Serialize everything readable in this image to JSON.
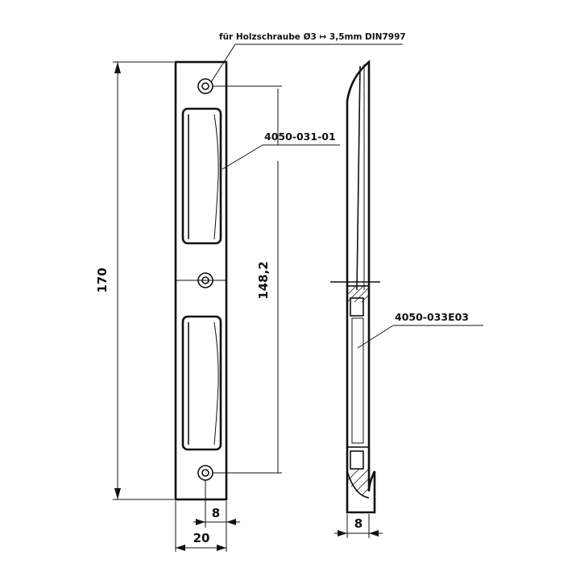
{
  "drawing": {
    "screw_note": "für Holzschraube Ø3 ↦ 3,5mm DIN7997",
    "part_upper": "4050-031-01",
    "part_side": "4050-033E03",
    "dim_total_height": "170",
    "dim_hole_spacing": "148,2",
    "dim_hole_offset": "8",
    "dim_width": "20",
    "dim_side_depth": "8"
  }
}
